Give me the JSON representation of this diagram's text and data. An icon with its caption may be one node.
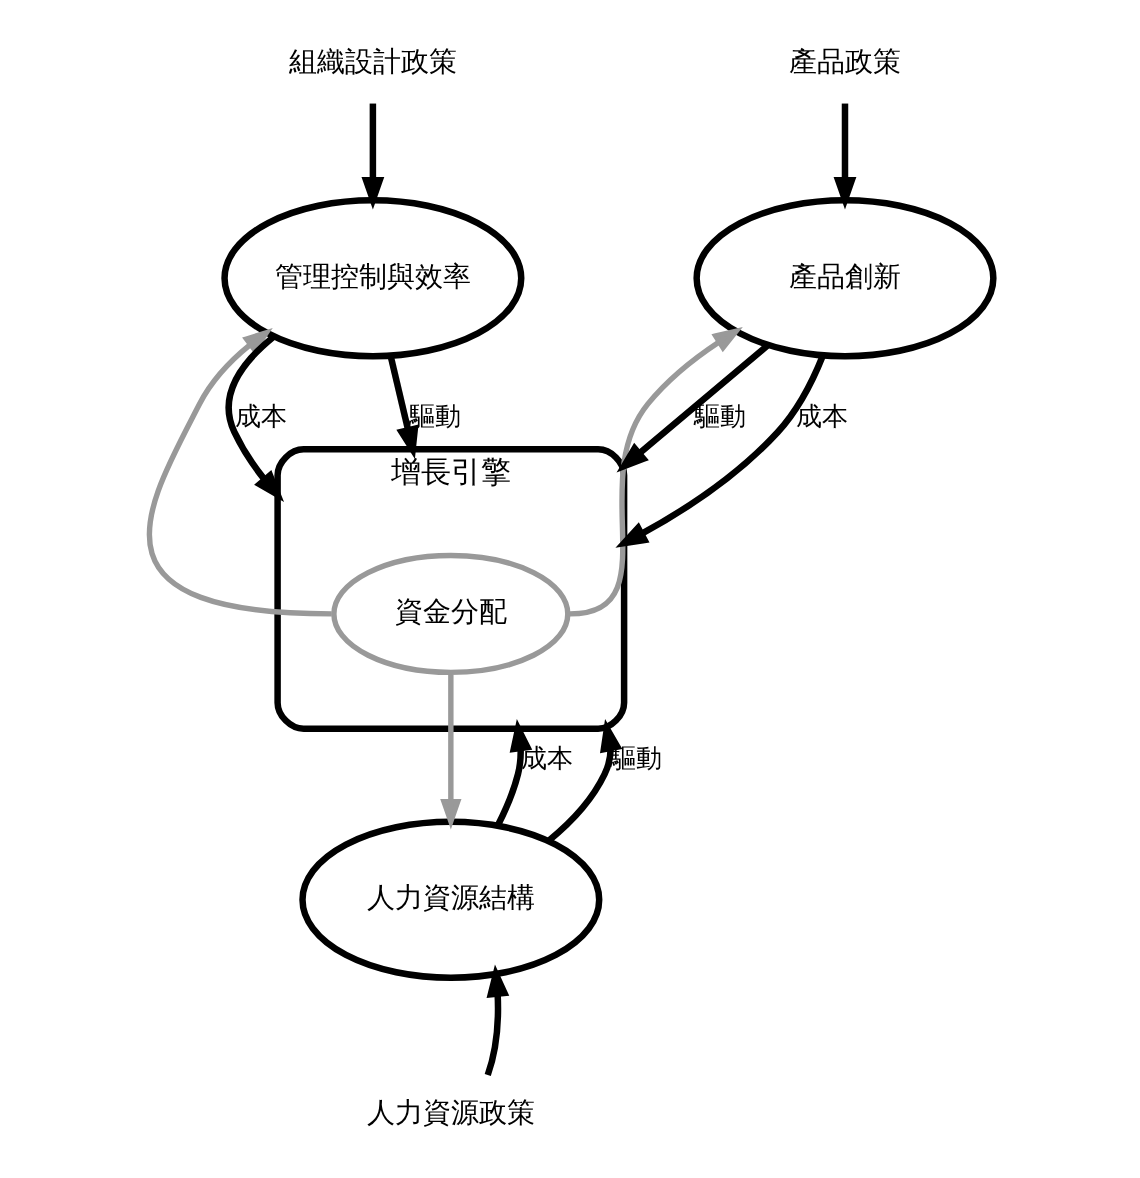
{
  "diagram": {
    "nodes": [
      {
        "text": [
          "組織設計政策"
        ]
      },
      {
        "text": [
          "管理控制與效率"
        ]
      },
      {
        "text": [
          "產品政策"
        ]
      },
      {
        "text": [
          "產品創新"
        ]
      },
      {
        "text": [
          "增長引擎"
        ]
      },
      {
        "text": [
          "資金分配"
        ],
        "in": 4
      },
      {
        "text": [
          "人力資源結構"
        ]
      },
      {
        "text": [
          "人力資源政策"
        ]
      }
    ],
    "edges": [
      {
        "from": 0,
        "to": 1,
        "arrow": "to"
      },
      {
        "from": 2,
        "to": 3,
        "arrow": "to"
      },
      {
        "from": 1,
        "to": 4,
        "arrow": "to",
        "label": "成本"
      },
      {
        "from": 1,
        "to": 4,
        "arrow": "to",
        "label": "驅動"
      },
      {
        "from": 3,
        "to": 4,
        "arrow": "to",
        "label": "驅動"
      },
      {
        "from": 3,
        "to": 4,
        "arrow": "to",
        "label": "成本"
      },
      {
        "from": 5,
        "to": 1,
        "arrow": "to",
        "color": "#999999"
      },
      {
        "from": 5,
        "to": 3,
        "arrow": "to",
        "color": "#999999"
      },
      {
        "from": 5,
        "to": 6,
        "arrow": "to",
        "color": "#999999"
      },
      {
        "from": 6,
        "to": 4,
        "arrow": "to",
        "label": "成本"
      },
      {
        "from": 6,
        "to": 4,
        "arrow": "to",
        "label": "驅動"
      },
      {
        "from": 7,
        "to": 6,
        "arrow": "to"
      }
    ]
  }
}
